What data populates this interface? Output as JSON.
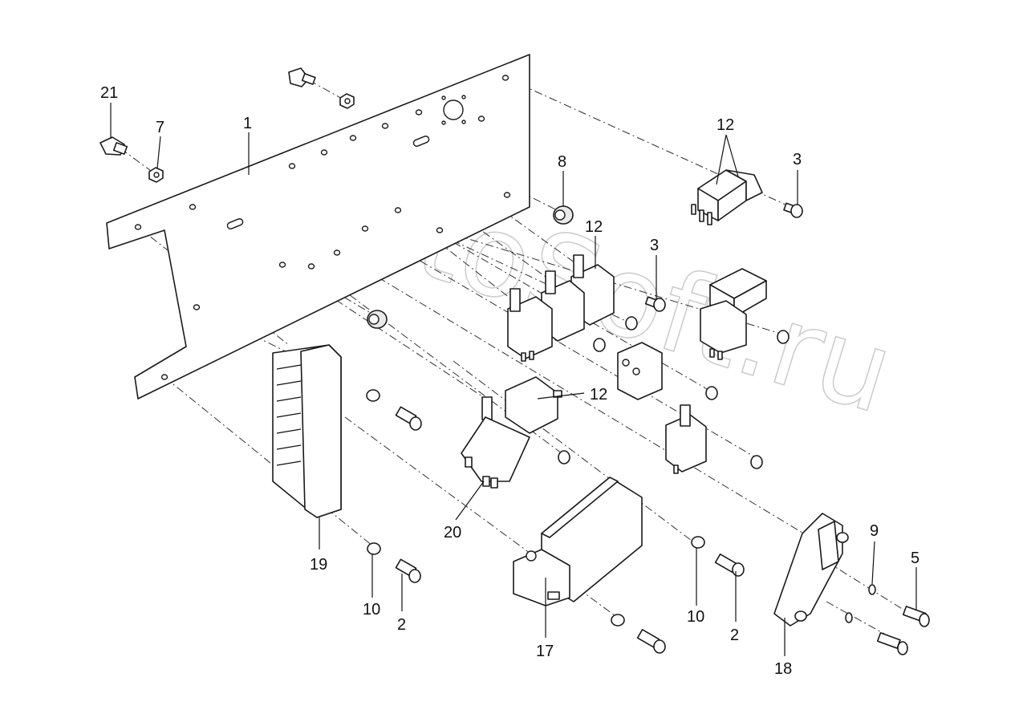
{
  "labels": [
    {
      "text": "1"
    },
    {
      "text": "2"
    },
    {
      "text": "2"
    },
    {
      "text": "3"
    },
    {
      "text": "3"
    },
    {
      "text": "5"
    },
    {
      "text": "7"
    },
    {
      "text": "8"
    },
    {
      "text": "9"
    },
    {
      "text": "10"
    },
    {
      "text": "10"
    },
    {
      "text": "12"
    },
    {
      "text": "12"
    },
    {
      "text": "12"
    },
    {
      "text": "17"
    },
    {
      "text": "18"
    },
    {
      "text": "19"
    },
    {
      "text": "20"
    },
    {
      "text": "21"
    }
  ],
  "watermark": "AutoSoft.ru"
}
